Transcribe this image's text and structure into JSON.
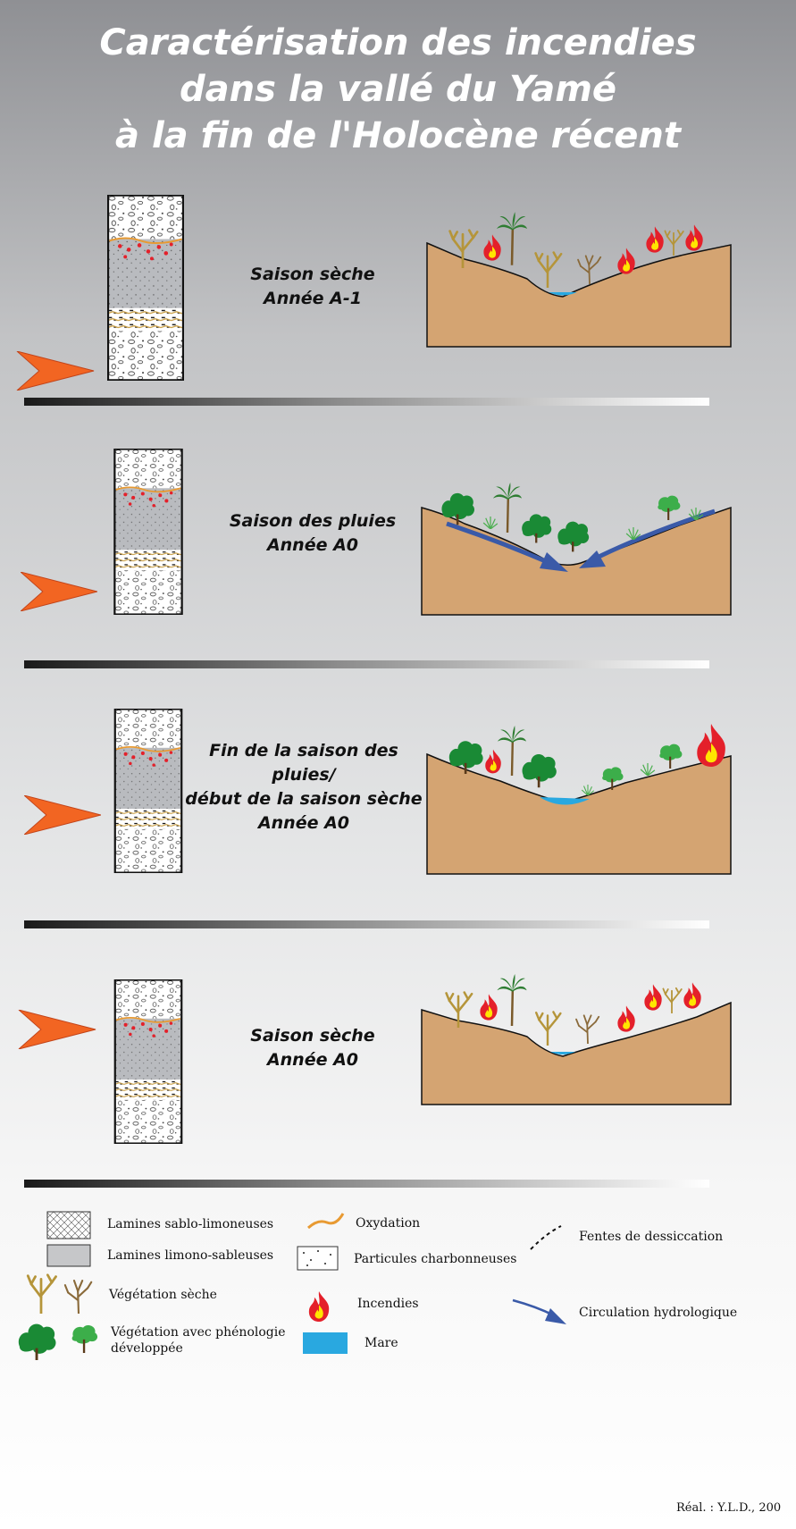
{
  "title": {
    "line1": "Caractérisation des incendies",
    "line2": "dans la vallé du Yamé",
    "line3": "à la fin de l'Holocène récent"
  },
  "panels": [
    {
      "line1": "Saison sèche",
      "line2": "Année A-1",
      "line3": ""
    },
    {
      "line1": "Saison des pluies",
      "line2": "Année A0",
      "line3": ""
    },
    {
      "line1": "Fin de la saison des pluies/",
      "line2": "début de la saison sèche",
      "line3": "Année A0"
    },
    {
      "line1": "Saison sèche",
      "line2": "Année A0",
      "line3": ""
    }
  ],
  "legend": {
    "sandy_silt": "Lamines sablo-limoneuses",
    "silty_sand": "Lamines limono-sableuses",
    "dry_vegetation": "Végétation sèche",
    "green_vegetation_1": "Végétation avec phénologie",
    "green_vegetation_2": "développée",
    "oxidation": "Oxydation",
    "charcoal": "Particules charbonneuses",
    "fires": "Incendies",
    "pond": "Mare",
    "desiccation": "Fentes de dessiccation",
    "hydro": "Circulation hydrologique"
  },
  "credit": "Réal. : Y.L.D., 200",
  "colors": {
    "soil": "#d4a472",
    "water": "#29a8e0",
    "arrow": "#f26522",
    "flow": "#3a5aa8",
    "fire_red": "#e4202a",
    "fire_yellow": "#ffe600",
    "dry_plant": "#b5953a",
    "green_plant": "#1a8a35"
  }
}
